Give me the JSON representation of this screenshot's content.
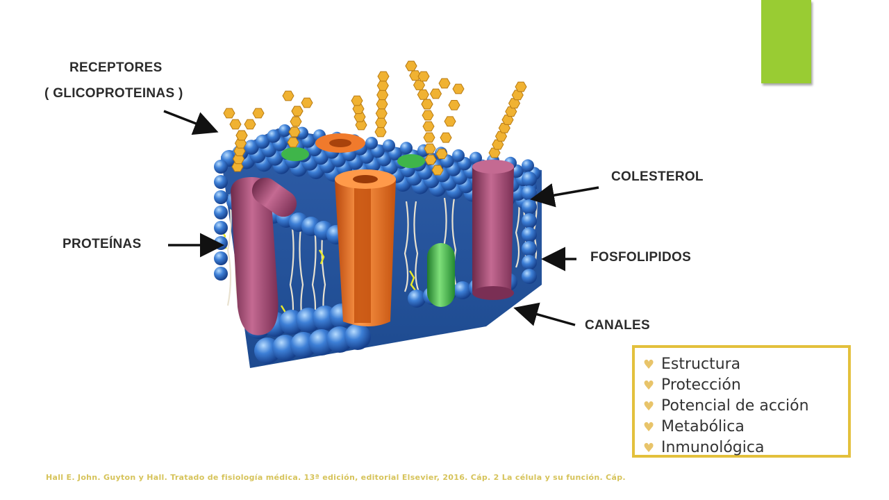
{
  "labels": {
    "receptors_line1": "RECEPTORES",
    "receptors_line2": "( GLICOPROTEINAS )",
    "cholesterol": "COLESTEROL",
    "proteins": "PROTEÍNAS",
    "phospholipids": "FOSFOLIPIDOS",
    "channels": "CANALES"
  },
  "functions": [
    "Estructura",
    "Protección",
    "Potencial de acción",
    "Metabólica",
    "Inmunológica"
  ],
  "citation": "Hall E. John. Guyton y Hall. Tratado de fisiología médica. 13ª edición, editorial Elsevier, 2016. Cáp. 2 La célula y su función. Cáp.",
  "colors": {
    "accent_green": "#99cc33",
    "box_border": "#e3c03c",
    "bullet": "#e8c46a",
    "citation": "#d6c35a",
    "phospholipid_head": "#3d7fd6",
    "channel_protein": "#f07a2c",
    "integral_protein": "#a54a73",
    "cholesterol_green": "#3fb54a",
    "glycan": "#f0b232"
  }
}
